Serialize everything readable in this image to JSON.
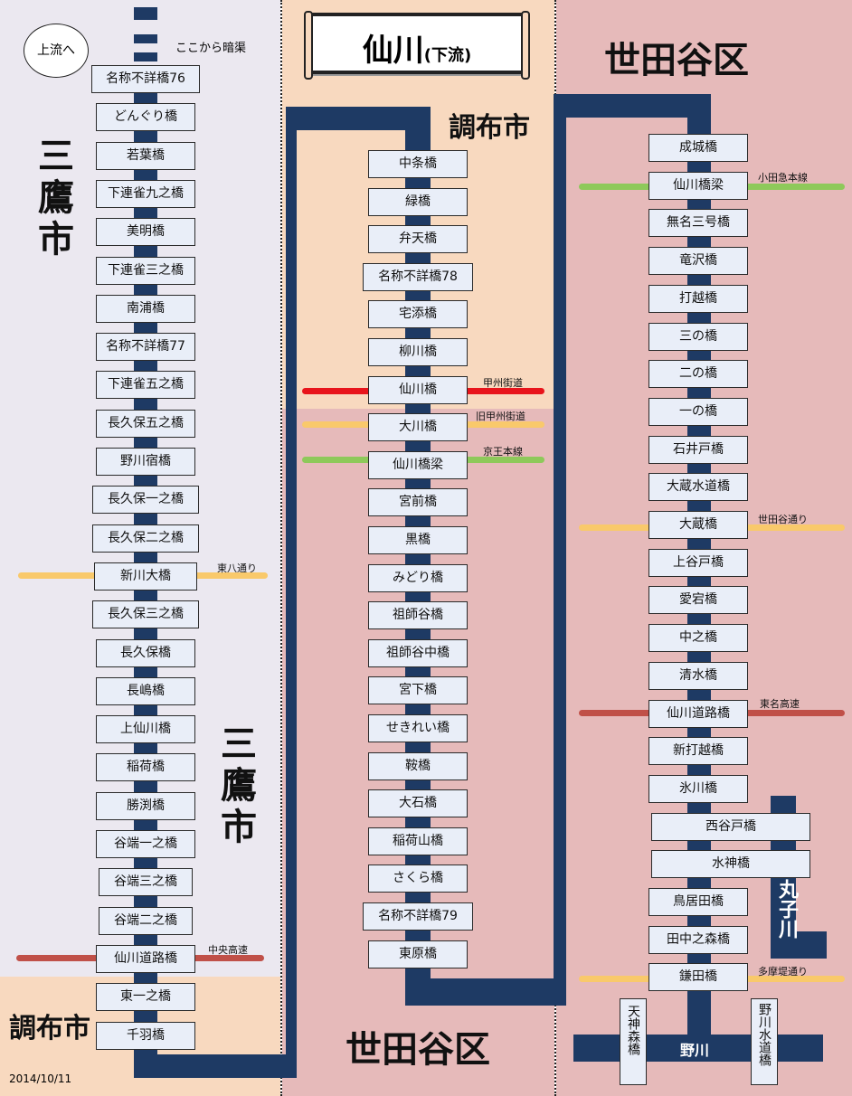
{
  "title": {
    "main": "仙川",
    "sub": "(下流)"
  },
  "upstream_button": "上流へ",
  "culvert_note": "ここから暗渠",
  "date": "2014/10/11",
  "cities": {
    "mitaka": "三鷹市",
    "chofu": "調布市",
    "setagaya": "世田谷区"
  },
  "rivers": {
    "nogawa": "野川",
    "maruko": "丸子川"
  },
  "roads": {
    "higashi8": "東八通り",
    "chuo": "中央高速",
    "koshu": "甲州街道",
    "old_koshu": "旧甲州街道",
    "keio": "京王本線",
    "odakyu": "小田急本線",
    "setagaya_dori": "世田谷通り",
    "tomei": "東名高速",
    "tamatsutsumi": "多摩堤通り"
  },
  "columns": {
    "left": [
      "名称不詳橋76",
      "どんぐり橋",
      "若葉橋",
      "下連雀九之橋",
      "美明橋",
      "下連雀三之橋",
      "南浦橋",
      "名称不詳橋77",
      "下連雀五之橋",
      "長久保五之橋",
      "野川宿橋",
      "長久保一之橋",
      "長久保二之橋",
      "新川大橋",
      "長久保三之橋",
      "長久保橋",
      "長嶋橋",
      "上仙川橋",
      "稲荷橋",
      "勝渕橋",
      "谷端一之橋",
      "谷端三之橋",
      "谷端二之橋",
      "仙川道路橋",
      "東一之橋",
      "千羽橋"
    ],
    "middle": [
      "中条橋",
      "緑橋",
      "弁天橋",
      "名称不詳橋78",
      "宅添橋",
      "柳川橋",
      "仙川橋",
      "大川橋",
      "仙川橋梁",
      "宮前橋",
      "黒橋",
      "みどり橋",
      "祖師谷橋",
      "祖師谷中橋",
      "宮下橋",
      "せきれい橋",
      "鞍橋",
      "大石橋",
      "稲荷山橋",
      "さくら橋",
      "名称不詳橋79",
      "東原橋"
    ],
    "right": [
      "成城橋",
      "仙川橋梁",
      "無名三号橋",
      "竜沢橋",
      "打越橋",
      "三の橋",
      "二の橋",
      "一の橋",
      "石井戸橋",
      "大蔵水道橋",
      "大蔵橋",
      "上谷戸橋",
      "愛宕橋",
      "中之橋",
      "清水橋",
      "仙川道路橋",
      "新打越橋",
      "氷川橋",
      "西谷戸橋",
      "水神橋",
      "鳥居田橋",
      "田中之森橋",
      "鎌田橋"
    ],
    "right_bottom": [
      "天神森橋",
      "野川水道橋"
    ]
  },
  "colors": {
    "river": "#1e3a64",
    "mitaka_bg": "#ebe8f0",
    "chofu_bg": "#f8d9bf",
    "setagaya_bg": "#e6baba",
    "bridge_bg": "#e9eef8",
    "road_red": "#e8141b",
    "road_yellow": "#f9c96b",
    "road_green": "#8ec95a",
    "road_expressway": "#c05048"
  }
}
